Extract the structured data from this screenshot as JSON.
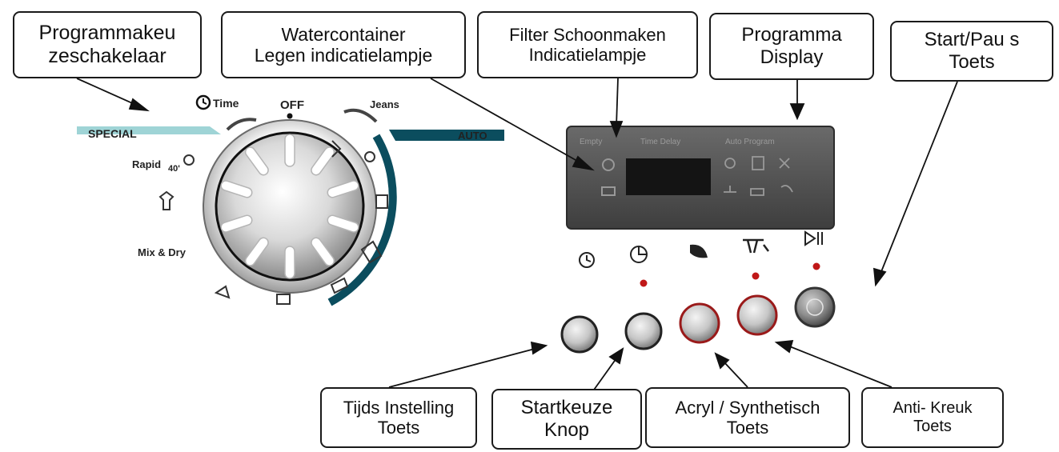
{
  "callouts": {
    "selector": {
      "line1": "Programmakeu",
      "line2": "zeschakelaar"
    },
    "water": {
      "line1": "Watercontainer",
      "line2": "Legen indicatielampje"
    },
    "filter": {
      "line1": "Filter Schoonmaken",
      "line2": "Indicatielampje"
    },
    "display": {
      "line1": "Programma",
      "line2": "Display"
    },
    "start": {
      "line1": "Start/Pau s",
      "line2": "Toets"
    },
    "time": {
      "line1": "Tijds Instelling",
      "line2": "Toets"
    },
    "delay": {
      "line1": "Startkeuze",
      "line2": "Knop"
    },
    "acryl": {
      "line1": "Acryl / Synthetisch",
      "line2": "Toets"
    },
    "crease": {
      "line1": "Anti- Kreuk",
      "line2": "Toets"
    }
  },
  "dial": {
    "off": "OFF",
    "time": "Time",
    "jeans": "Jeans",
    "special": "SPECIAL",
    "auto": "AUTO",
    "rapid": "Rapid",
    "rapid_num": "40'",
    "mix": "Mix & Dry"
  },
  "panel": {
    "label_left": "Empty",
    "label_mid": "Time Delay",
    "label_right": "Auto Program"
  },
  "colors": {
    "auto_band": "#0b4d5e",
    "special_band": "#9fd4d6",
    "indicator_red": "#c01818"
  }
}
